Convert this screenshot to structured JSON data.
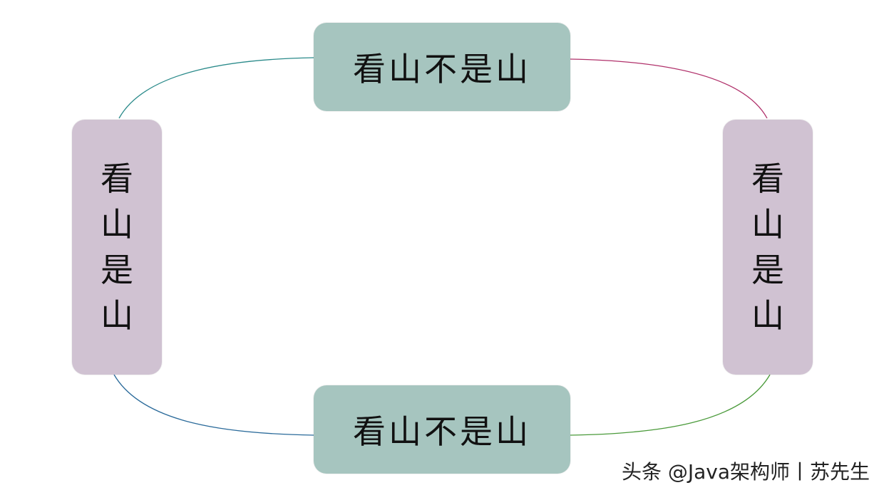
{
  "diagram": {
    "top_label": "看山不是山",
    "bottom_label": "看山不是山",
    "left_label": [
      "看",
      "山",
      "是",
      "山"
    ],
    "right_label": [
      "看",
      "山",
      "是",
      "山"
    ]
  },
  "watermark": "头条 @Java架构师丨苏先生",
  "colors": {
    "horizontal_node": "#a6c5bf",
    "vertical_node": "#d0c2d2",
    "connector_top_left": "#2a8a8a",
    "connector_top_right": "#b0306a",
    "connector_bottom_left": "#2a6a9a",
    "connector_bottom_right": "#4a9a3a"
  }
}
